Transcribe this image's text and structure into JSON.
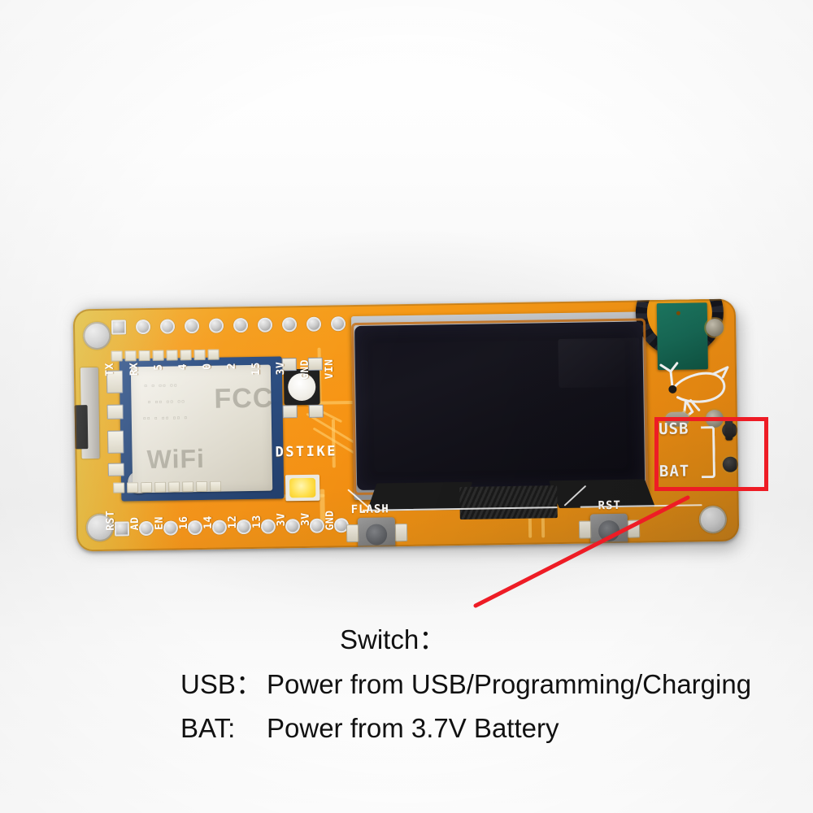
{
  "scene": {
    "subject": "DSTIKE ESP8266 Deauther / WiFi development board (top view) on white background",
    "background_color": "#fafafa",
    "board_color": "#f5960f",
    "accent_color": "#ee1c25"
  },
  "board": {
    "brand_silkscreen": "DSTIKE",
    "header_top_labels": [
      "TX",
      "RX",
      "5",
      "4",
      "0",
      "2",
      "15",
      "3V",
      "GND",
      "VIN"
    ],
    "header_bottom_labels": [
      "RST",
      "AD",
      "EN",
      "16",
      "14",
      "12",
      "13",
      "3V",
      "3V",
      "GND"
    ],
    "button_labels": [
      "FLASH",
      "RST"
    ],
    "switch_labels": [
      "USB",
      "BAT"
    ],
    "module_markings": [
      "FCC",
      "WiFi"
    ]
  },
  "annotation": {
    "box_color": "#ee1c25",
    "leader_color": "#ee1c25",
    "target": "power-select-switch"
  },
  "caption": {
    "title": "Switch：",
    "rows": [
      {
        "key": "USB：",
        "value": "Power from USB/Programming/Charging"
      },
      {
        "key": "BAT:",
        "value": "Power from 3.7V Battery"
      }
    ]
  }
}
